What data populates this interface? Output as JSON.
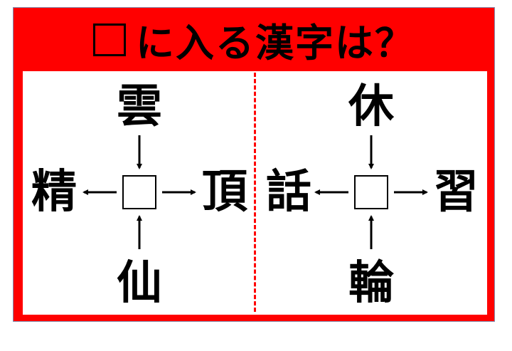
{
  "title": {
    "blank_symbol": "□",
    "text": "に入る漢字は？"
  },
  "puzzles": [
    {
      "top": "雲",
      "left": "精",
      "right": "頂",
      "bottom": "仙"
    },
    {
      "top": "休",
      "left": "話",
      "right": "習",
      "bottom": "輪"
    }
  ],
  "colors": {
    "accent": "#ff0000",
    "text": "#000000"
  }
}
